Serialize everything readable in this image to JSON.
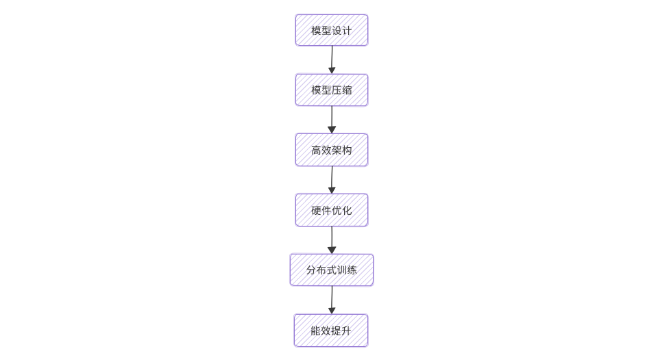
{
  "diagram": {
    "type": "flowchart",
    "direction": "top-down",
    "style": "hand-drawn",
    "nodes": [
      {
        "id": "model-design",
        "label": "模型设计"
      },
      {
        "id": "model-compression",
        "label": "模型压缩"
      },
      {
        "id": "efficient-architecture",
        "label": "高效架构"
      },
      {
        "id": "hardware-optimization",
        "label": "硬件优化"
      },
      {
        "id": "distributed-training",
        "label": "分布式训练"
      },
      {
        "id": "energy-efficiency-improvement",
        "label": "能效提升"
      }
    ],
    "edges": [
      {
        "from": "model-design",
        "to": "model-compression"
      },
      {
        "from": "model-compression",
        "to": "efficient-architecture"
      },
      {
        "from": "efficient-architecture",
        "to": "hardware-optimization"
      },
      {
        "from": "hardware-optimization",
        "to": "distributed-training"
      },
      {
        "from": "distributed-training",
        "to": "energy-efficiency-improvement"
      }
    ],
    "colors": {
      "background": "#ffffff",
      "node_stroke": "#9478d5",
      "node_hatch": "#d9d1f1",
      "text": "#363636",
      "arrow": "#3a3a3a"
    }
  }
}
